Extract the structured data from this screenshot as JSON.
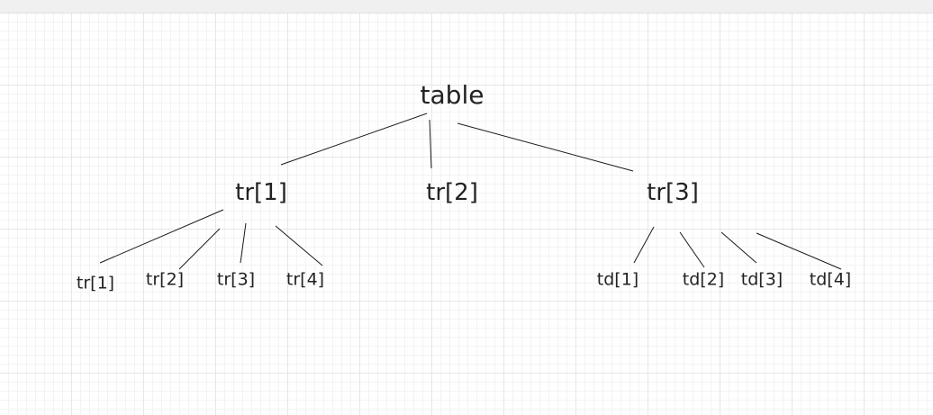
{
  "diagram": {
    "root": {
      "id": "n0",
      "label": "table"
    },
    "level1": [
      {
        "id": "n1",
        "label": "tr[1]"
      },
      {
        "id": "n2",
        "label": "tr[2]"
      },
      {
        "id": "n3",
        "label": "tr[3]"
      }
    ],
    "level2_left": [
      {
        "id": "n4",
        "label": "tr[1]"
      },
      {
        "id": "n5",
        "label": "tr[2]"
      },
      {
        "id": "n6",
        "label": "tr[3]"
      },
      {
        "id": "n7",
        "label": "tr[4]"
      }
    ],
    "level2_right": [
      {
        "id": "n8",
        "label": "td[1]"
      },
      {
        "id": "n9",
        "label": "td[2]"
      },
      {
        "id": "n10",
        "label": "td[3]"
      },
      {
        "id": "n11",
        "label": "td[4]"
      }
    ],
    "edges": [
      {
        "from": "n0",
        "to": "n1"
      },
      {
        "from": "n0",
        "to": "n2"
      },
      {
        "from": "n0",
        "to": "n3"
      },
      {
        "from": "n1",
        "to": "n4"
      },
      {
        "from": "n1",
        "to": "n5"
      },
      {
        "from": "n1",
        "to": "n6"
      },
      {
        "from": "n1",
        "to": "n7"
      },
      {
        "from": "n3",
        "to": "n8"
      },
      {
        "from": "n3",
        "to": "n9"
      },
      {
        "from": "n3",
        "to": "n10"
      },
      {
        "from": "n3",
        "to": "n11"
      }
    ]
  }
}
